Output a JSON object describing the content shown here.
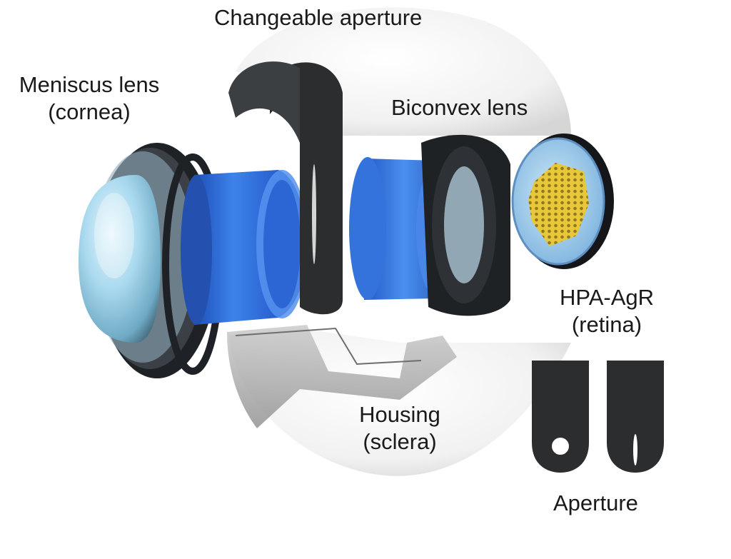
{
  "labels": {
    "changeable_aperture": "Changeable aperture",
    "meniscus_line1": "Meniscus lens",
    "meniscus_line2": "(cornea)",
    "biconvex": "Biconvex lens",
    "hpa_line1": "HPA-AgR",
    "hpa_line2": "(retina)",
    "housing_line1": "Housing",
    "housing_line2": "(sclera)",
    "aperture": "Aperture"
  },
  "colors": {
    "lens_blue": "#2f6fd8",
    "housing_white": "#f4f4f4",
    "aperture_dark": "#2b2d2f",
    "retina_gold": "#e8c83a"
  },
  "icons": [
    "meniscus-lens",
    "lens-barrel",
    "changeable-aperture-plate",
    "biconvex-lens",
    "retina-sensor",
    "housing-top",
    "housing-bottom",
    "aperture-circle-plate",
    "aperture-slit-plate"
  ]
}
